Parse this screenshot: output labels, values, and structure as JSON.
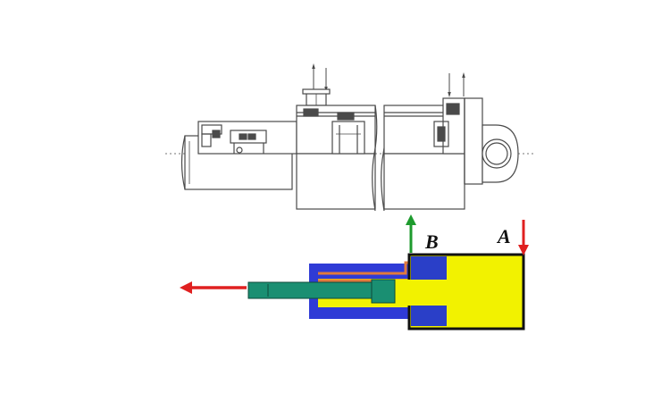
{
  "labels": {
    "port_b": "B",
    "port_a": "A"
  },
  "colors": {
    "background": "#ffffff",
    "drawing_line": "#4a4a4a",
    "drawing_fill": "#ffffff",
    "cylinder_outer": "#2f3bd6",
    "cylinder_inner": "#f2f200",
    "piston": "#2a3fc8",
    "rod": "#1a8f72",
    "oil_line": "#e07a3c",
    "arrow_red": "#e02020",
    "arrow_green": "#1e9b2e",
    "label": "#111111"
  },
  "icons": {
    "rod_motion_arrow": "arrow-left",
    "port_b_flow": "arrow-up",
    "port_a_flow": "arrow-down"
  }
}
